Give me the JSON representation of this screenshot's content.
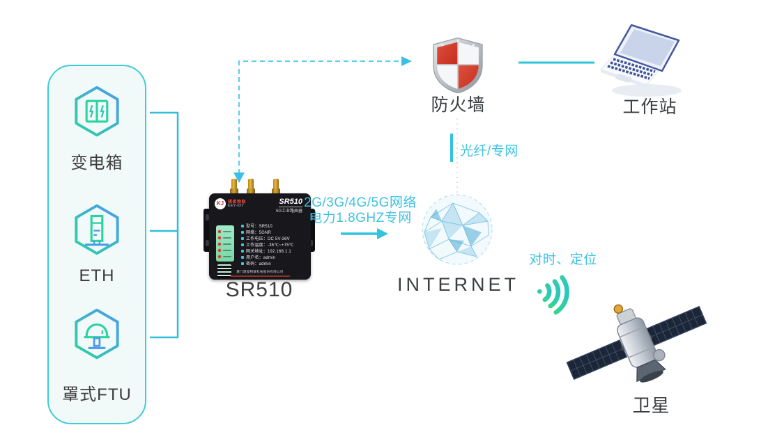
{
  "panel": {
    "items": [
      {
        "label": "变电箱"
      },
      {
        "label": "ETH"
      },
      {
        "label": "罩式FTU"
      }
    ]
  },
  "device": {
    "caption": "SR510",
    "logo_text": "KJ",
    "brand_line1": "骐俊物联",
    "brand_line2": "KEY-IOT",
    "model": "SR510",
    "model_sub": "5G工业路由器",
    "specs": [
      "型号：SR510",
      "网络：5GNR",
      "工作电压：DC 5V-36V",
      "工作温度：-35℃~+75℃",
      "网关地址：192.168.1.1",
      "用户名：admin",
      "密码：admin"
    ],
    "company": "厦门骐俊物联科技股份有限公司"
  },
  "nodes": {
    "firewall": {
      "label": "防火墙"
    },
    "workstation": {
      "label": "工作站"
    },
    "internet": {
      "label": "INTERNET"
    },
    "satellite": {
      "label": "卫星"
    }
  },
  "connections": {
    "cellular_line1": "2G/3G/4G/5G网络",
    "cellular_line2": "电力1.8GHZ专网",
    "fiber_label": "光纤/专网",
    "satellite_label": "对时、定位"
  },
  "colors": {
    "accent_cyan": "#2ec3de",
    "dashed_cyan": "#5fcded",
    "text_cyan": "#3fc1e3",
    "panel_border": "#3eccd9",
    "panel_bg": "#f1faf8",
    "hex_blue": "#4c9aec",
    "hex_green": "#2bd3a2",
    "shield_red": "#d4392a",
    "label_dark": "#3c3f42"
  }
}
